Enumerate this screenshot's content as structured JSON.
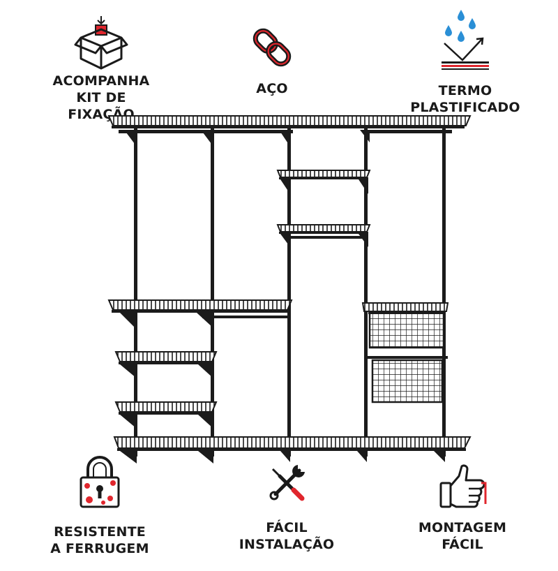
{
  "features": [
    {
      "id": "kit",
      "icon": "box-icon",
      "label": "ACOMPANHA\nKIT DE FIXAÇÃO"
    },
    {
      "id": "aco",
      "icon": "chain-link-icon",
      "label": "AÇO"
    },
    {
      "id": "termo",
      "icon": "water-resistant-icon",
      "label": "TERMO\nPLASTIFICADO"
    },
    {
      "id": "ferrugem",
      "icon": "padlock-icon",
      "label": "RESISTENTE\nA FERRUGEM"
    },
    {
      "id": "instalacao",
      "icon": "tools-icon",
      "label": "FÁCIL\nINSTALAÇÃO"
    },
    {
      "id": "montagem",
      "icon": "thumbs-up-icon",
      "label": "MONTAGEM\nFÁCIL"
    }
  ],
  "colors": {
    "accent": "#e0262d",
    "ink": "#1a1a1a",
    "water": "#2a8fd6",
    "shelf": "#1b1b1b"
  },
  "product": {
    "image": "wire-closet-shelving-system"
  }
}
